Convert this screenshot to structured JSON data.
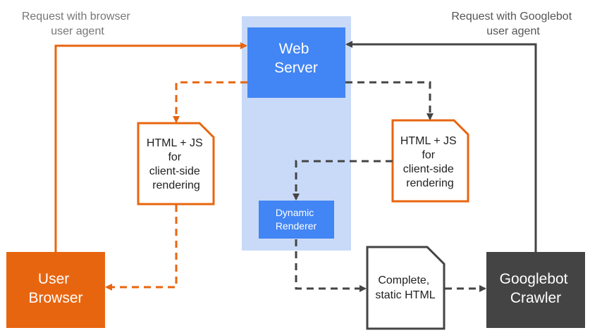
{
  "labels": {
    "request_browser": [
      "Request with browser",
      "user agent"
    ],
    "request_googlebot": [
      "Request with Googlebot",
      "user agent"
    ]
  },
  "nodes": {
    "web_server": [
      "Web",
      "Server"
    ],
    "dynamic_renderer": [
      "Dynamic",
      "Renderer"
    ],
    "html_js_left": [
      "HTML + JS",
      "for",
      "client-side",
      "rendering"
    ],
    "html_js_right": [
      "HTML + JS",
      "for",
      "client-side",
      "rendering"
    ],
    "user_browser": [
      "User",
      "Browser"
    ],
    "static_html": [
      "Complete,",
      "static HTML"
    ],
    "googlebot_crawler": [
      "Googlebot",
      "Crawler"
    ]
  },
  "colors": {
    "orange": "#e8650f",
    "dark": "#444444",
    "server_blue": "#4285f4",
    "server_bg": "#c9daf8",
    "label_gray": "#777777",
    "white": "#ffffff"
  }
}
